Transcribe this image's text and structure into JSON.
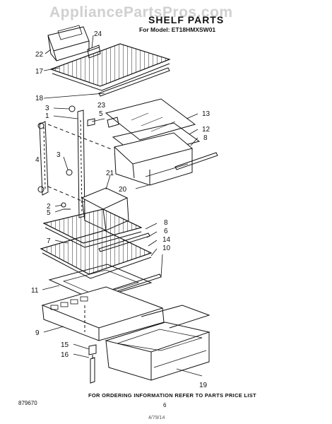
{
  "watermark": "AppliancePartsPros.com",
  "header": {
    "title": "SHELF PARTS",
    "model": "For Model: ET18HMXSW01"
  },
  "callouts": {
    "c22": "22",
    "c24": "24",
    "c17": "17",
    "c18": "18",
    "c3a": "3",
    "c23": "23",
    "c1": "1",
    "c5a": "5",
    "c13": "13",
    "c12": "12",
    "c8a": "8",
    "c4": "4",
    "c3b": "3",
    "c21": "21",
    "c20": "20",
    "c2": "2",
    "c5b": "5",
    "c8b": "8",
    "c6": "6",
    "c7": "7",
    "c14": "14",
    "c10": "10",
    "c11": "11",
    "c9": "9",
    "c15": "15",
    "c16": "16",
    "c19": "19"
  },
  "footer": {
    "ordering_note": "FOR ORDERING INFORMATION REFER TO PARTS PRICE LIST",
    "page_number": "6",
    "catalog_number": "879670",
    "scan_mark": "4/79/14"
  }
}
